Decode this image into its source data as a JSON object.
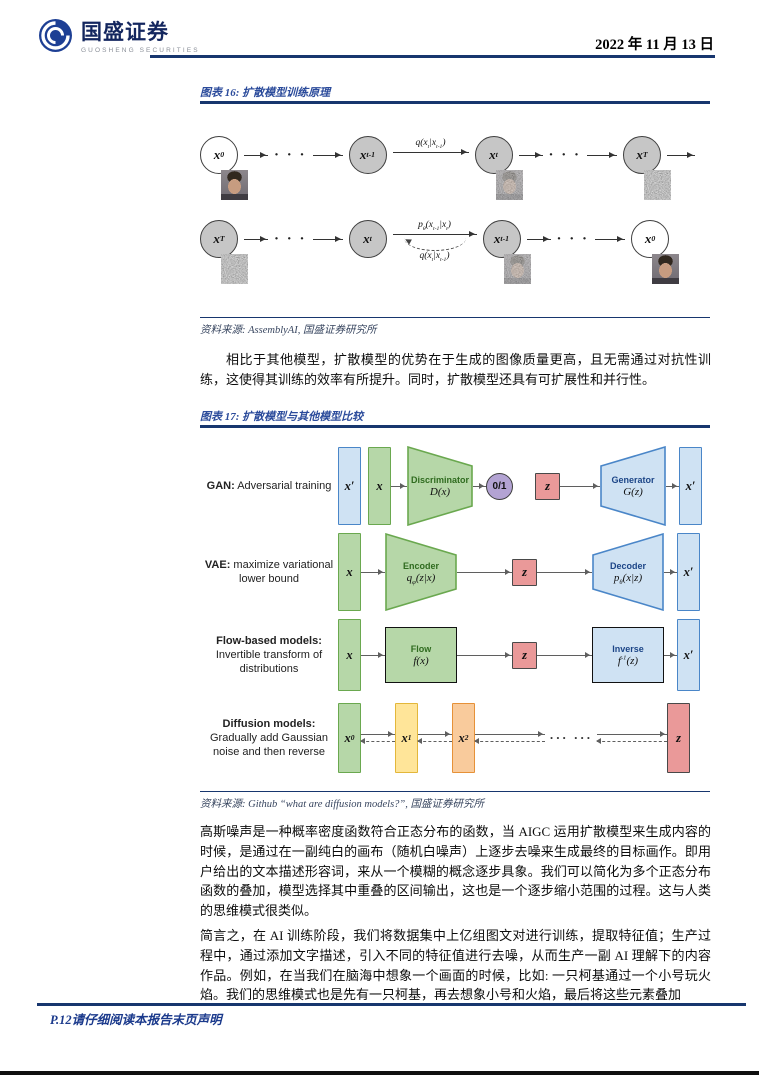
{
  "header": {
    "brand_cn": "国盛证券",
    "brand_en": "GUOSHENG SECURITIES",
    "date": "2022 年 11 月 13 日"
  },
  "colors": {
    "accent_navy": "#17366e",
    "caption_blue": "#2b4b9b",
    "footer_blue": "#1b3a8c",
    "green_fill": "#b6d7a8",
    "green_border": "#6aa84f",
    "blue_fill": "#cfe2f3",
    "blue_border": "#4a86c8",
    "red_fill": "#ea9999",
    "purple_fill": "#b3a3d3",
    "yellow_fill": "#ffe599",
    "orange_fill": "#f9cb9c"
  },
  "figure16": {
    "caption": "图表 16: 扩散模型训练原理",
    "source": "资料来源: AssemblyAI, 国盛证券研究所",
    "dots": "· · ·",
    "forward": {
      "n1": "x_{0}",
      "n2": "x_{t-1}",
      "n3": "x_{t}",
      "n4": "x_{T}",
      "arrow_label": "q(x_{t}|x_{t-1})"
    },
    "reverse": {
      "n1": "x_{T}",
      "n2": "x_{t}",
      "n3": "x_{t-1}",
      "n4": "x_{0}",
      "arrow_label_top": "p_{θ}(x_{t-1}|x_{t})",
      "arrow_label_bottom": "q(x_{t}|x_{t-1})"
    }
  },
  "paragraphs": {
    "p0": "相比于其他模型，扩散模型的优势在于生成的图像质量更高，且无需通过对抗性训练，这使得其训练的效率有所提升。同时，扩散模型还具有可扩展性和并行性。",
    "p1": "高斯噪声是一种概率密度函数符合正态分布的函数，当 AIGC 运用扩散模型来生成内容的时候，是通过在一副纯白的画布（随机白噪声）上逐步去噪来生成最终的目标画作。即用户给出的文本描述形容词，来从一个模糊的概念逐步具象。我们可以简化为多个正态分布函数的叠加，模型选择其中重叠的区间输出，这也是一个逐步缩小范围的过程。这与人类的思维模式很类似。",
    "p2": "简言之，在 AI 训练阶段，我们将数据集中上亿组图文对进行训练，提取特征值；生产过程中，通过添加文字描述，引入不同的特征值进行去噪，从而生产一副 AI 理解下的内容作品。例如，在当我们在脑海中想象一个画面的时候，比如: 一只柯基通过一个小号玩火焰。我们的思维模式也是先有一只柯基，再去想象小号和火焰，最后将这些元素叠加"
  },
  "figure17": {
    "caption": "图表 17: 扩散模型与其他模型比较",
    "source": "资料来源: Github “what are diffusion models?”, 国盛证券研究所",
    "gan": {
      "label_bold": "GAN:",
      "label_rest": " Adversarial training",
      "x_real": "x′",
      "x_in": "x",
      "block1_title": "Discriminator",
      "block1_formula": "D(x)",
      "out": "0/1",
      "z": "z",
      "block2_title": "Generator",
      "block2_formula": "G(z)",
      "x_out": "x′"
    },
    "vae": {
      "label_bold": "VAE:",
      "label_rest": " maximize variational lower bound",
      "x_in": "x",
      "block1_title": "Encoder",
      "block1_formula": "q_{φ}(z|x)",
      "z": "z",
      "block2_title": "Decoder",
      "block2_formula": "p_{θ}(x|z)",
      "x_out": "x′"
    },
    "flow": {
      "label_bold": "Flow-based models:",
      "label_rest": " Invertible transform of distributions",
      "x_in": "x",
      "block1_title": "Flow",
      "block1_formula": "f(x)",
      "z": "z",
      "block2_title": "Inverse",
      "block2_formula": "f^{-1}(z)",
      "x_out": "x′"
    },
    "diffusion": {
      "label_bold": "Diffusion models:",
      "label_rest": " Gradually add Gaussian noise and then reverse",
      "x0": "x_{0}",
      "x1": "x_{1}",
      "x2": "x_{2}",
      "dots": "··· ···",
      "z": "z"
    }
  },
  "footer": {
    "text": "P.12请仔细阅读本报告末页声明"
  }
}
